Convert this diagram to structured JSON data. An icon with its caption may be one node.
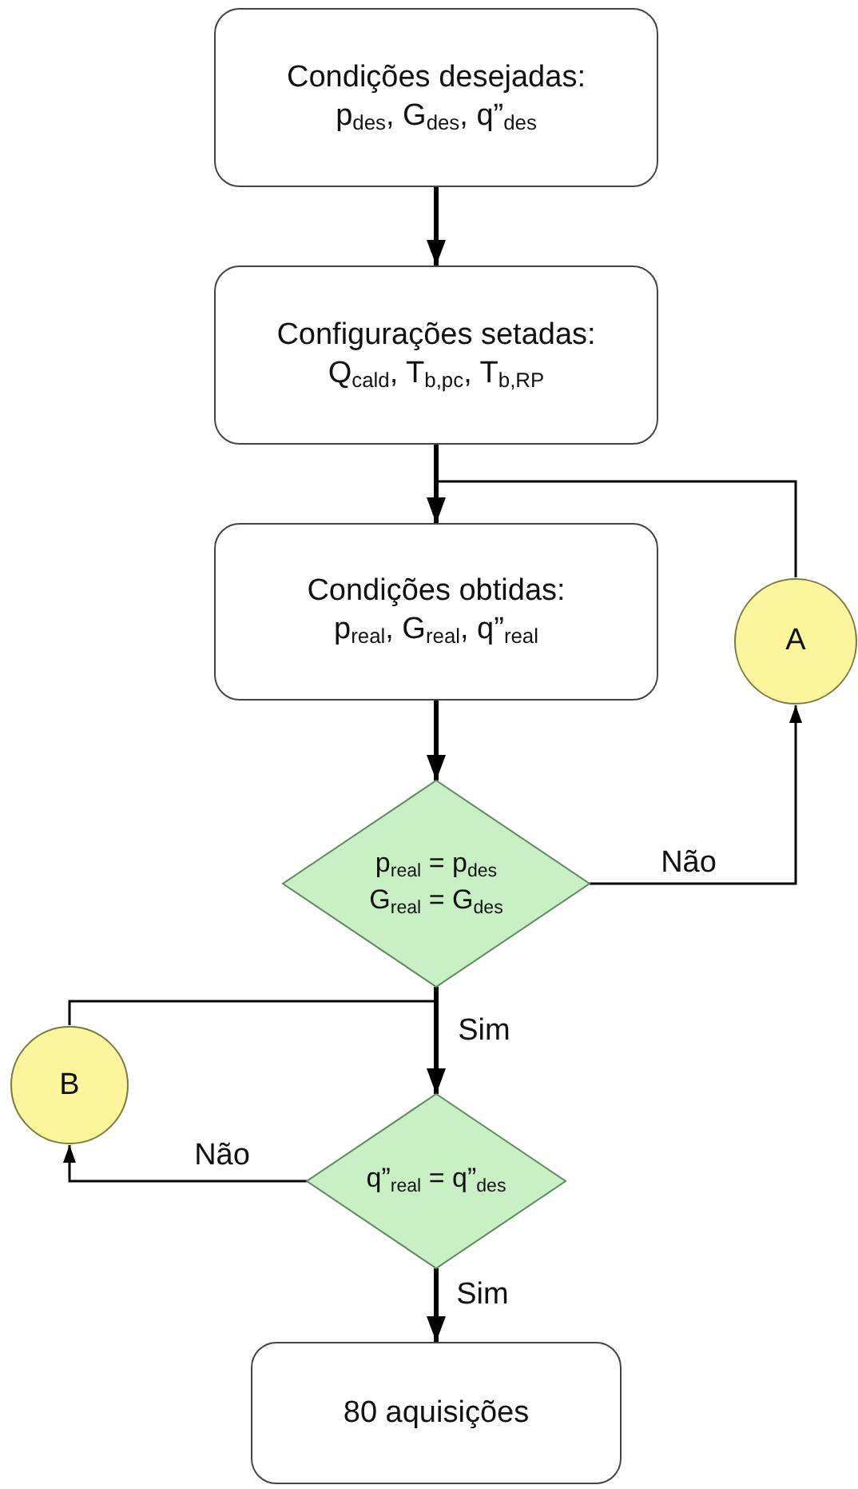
{
  "diagram": {
    "nodes": [
      {
        "text": [
          "Condições desejadas:",
          "p$_{des}$, G$_{des}$, q”$_{des}$"
        ]
      },
      {
        "text": [
          "Configurações setadas:",
          "Q$_{cald}$, T$_{b,pc}$, T$_{b,RP}$"
        ]
      },
      {
        "text": [
          "Condições obtidas:",
          "p$_{real}$, G$_{real}$, q”$_{real}$"
        ]
      },
      {
        "text": [
          "p$_{real}$ = p$_{des}$",
          "G$_{real}$ = G$_{des}$"
        ]
      },
      {
        "text": [
          "A"
        ]
      },
      {
        "text": [
          "B"
        ]
      },
      {
        "text": [
          "q”$_{real}$ = q”$_{des}$"
        ]
      },
      {
        "text": [
          "80 aquisições"
        ]
      }
    ],
    "edges": [
      {
        "from": 0,
        "to": 1,
        "arrow": "to"
      },
      {
        "from": 1,
        "to": 2,
        "arrow": "to"
      },
      {
        "from": 2,
        "to": 3,
        "arrow": "to"
      },
      {
        "from": 3,
        "to": 4,
        "arrow": "to",
        "label": "Não"
      },
      {
        "from": 4,
        "to": 2,
        "arrow": "to"
      },
      {
        "from": 3,
        "to": 6,
        "arrow": "to",
        "label": "Sim"
      },
      {
        "from": 6,
        "to": 5,
        "arrow": "to",
        "label": "Não"
      },
      {
        "from": 5,
        "to": 6,
        "arrow": "to"
      },
      {
        "from": 6,
        "to": 7,
        "arrow": "to",
        "label": "Sim"
      }
    ]
  }
}
